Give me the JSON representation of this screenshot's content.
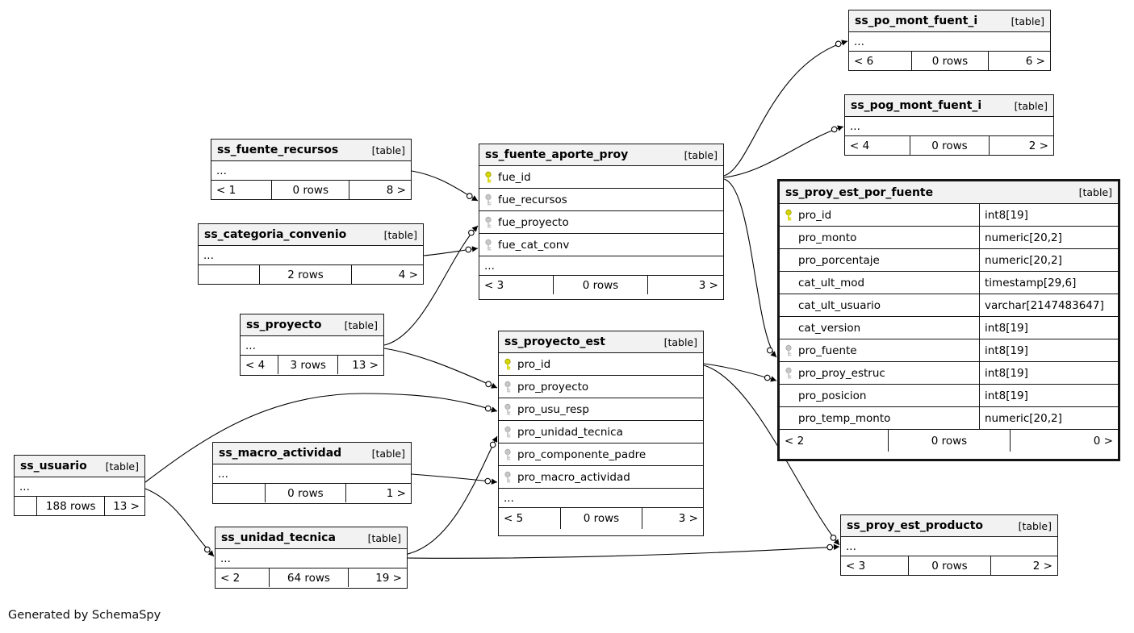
{
  "generator": "Generated by SchemaSpy",
  "colors": {
    "primary_key": "#d6d600",
    "foreign_key": "#c6c6c6",
    "header_bg": "#f2f2f2",
    "border": "#141414"
  },
  "icons": {
    "primary_key": "key-icon",
    "foreign_key": "key-icon"
  },
  "tables": {
    "po_mont_fuent_i": {
      "name": "ss_po_mont_fuent_i",
      "tag": "[table]",
      "more": "...",
      "footer": {
        "prev": "< 6",
        "rows": "0 rows",
        "next": "6 >"
      }
    },
    "pog_mont_fuent_i": {
      "name": "ss_pog_mont_fuent_i",
      "tag": "[table]",
      "more": "...",
      "footer": {
        "prev": "< 4",
        "rows": "0 rows",
        "next": "2 >"
      }
    },
    "proy_est_por_fuente": {
      "name": "ss_proy_est_por_fuente",
      "tag": "[table]",
      "columns": [
        {
          "key": "pk",
          "name": "pro_id",
          "type": "int8[19]"
        },
        {
          "key": "",
          "name": "pro_monto",
          "type": "numeric[20,2]"
        },
        {
          "key": "",
          "name": "pro_porcentaje",
          "type": "numeric[20,2]"
        },
        {
          "key": "",
          "name": "cat_ult_mod",
          "type": "timestamp[29,6]"
        },
        {
          "key": "",
          "name": "cat_ult_usuario",
          "type": "varchar[2147483647]"
        },
        {
          "key": "",
          "name": "cat_version",
          "type": "int8[19]"
        },
        {
          "key": "fk",
          "name": "pro_fuente",
          "type": "int8[19]"
        },
        {
          "key": "fk",
          "name": "pro_proy_estruc",
          "type": "int8[19]"
        },
        {
          "key": "",
          "name": "pro_posicion",
          "type": "int8[19]"
        },
        {
          "key": "",
          "name": "pro_temp_monto",
          "type": "numeric[20,2]"
        }
      ],
      "footer": {
        "prev": "< 2",
        "rows": "0 rows",
        "next": "0 >"
      }
    },
    "fuente_aporte_proy": {
      "name": "ss_fuente_aporte_proy",
      "tag": "[table]",
      "more": "...",
      "columns": [
        {
          "key": "pk",
          "name": "fue_id"
        },
        {
          "key": "fk",
          "name": "fue_recursos"
        },
        {
          "key": "fk",
          "name": "fue_proyecto"
        },
        {
          "key": "fk",
          "name": "fue_cat_conv"
        }
      ],
      "footer": {
        "prev": "< 3",
        "rows": "0 rows",
        "next": "3 >"
      }
    },
    "fuente_recursos": {
      "name": "ss_fuente_recursos",
      "tag": "[table]",
      "more": "...",
      "footer": {
        "prev": "< 1",
        "rows": "0 rows",
        "next": "8 >"
      }
    },
    "categoria_convenio": {
      "name": "ss_categoria_convenio",
      "tag": "[table]",
      "more": "...",
      "footer": {
        "prev": "",
        "rows": "2 rows",
        "next": "4 >"
      }
    },
    "proyecto": {
      "name": "ss_proyecto",
      "tag": "[table]",
      "more": "...",
      "footer": {
        "prev": "< 4",
        "rows": "3 rows",
        "next": "13 >"
      }
    },
    "proyecto_est": {
      "name": "ss_proyecto_est",
      "tag": "[table]",
      "more": "...",
      "columns": [
        {
          "key": "pk",
          "name": "pro_id"
        },
        {
          "key": "fk",
          "name": "pro_proyecto"
        },
        {
          "key": "fk",
          "name": "pro_usu_resp"
        },
        {
          "key": "fk",
          "name": "pro_unidad_tecnica"
        },
        {
          "key": "fk",
          "name": "pro_componente_padre"
        },
        {
          "key": "fk",
          "name": "pro_macro_actividad"
        }
      ],
      "footer": {
        "prev": "< 5",
        "rows": "0 rows",
        "next": "3 >"
      }
    },
    "usuario": {
      "name": "ss_usuario",
      "tag": "[table]",
      "more": "...",
      "footer": {
        "prev": "",
        "rows": "188 rows",
        "next": "13 >"
      }
    },
    "macro_actividad": {
      "name": "ss_macro_actividad",
      "tag": "[table]",
      "more": "...",
      "footer": {
        "prev": "",
        "rows": "0 rows",
        "next": "1 >"
      }
    },
    "unidad_tecnica": {
      "name": "ss_unidad_tecnica",
      "tag": "[table]",
      "more": "...",
      "footer": {
        "prev": "< 2",
        "rows": "64 rows",
        "next": "19 >"
      }
    },
    "proy_est_producto": {
      "name": "ss_proy_est_producto",
      "tag": "[table]",
      "more": "...",
      "footer": {
        "prev": "< 3",
        "rows": "0 rows",
        "next": "2 >"
      }
    }
  }
}
